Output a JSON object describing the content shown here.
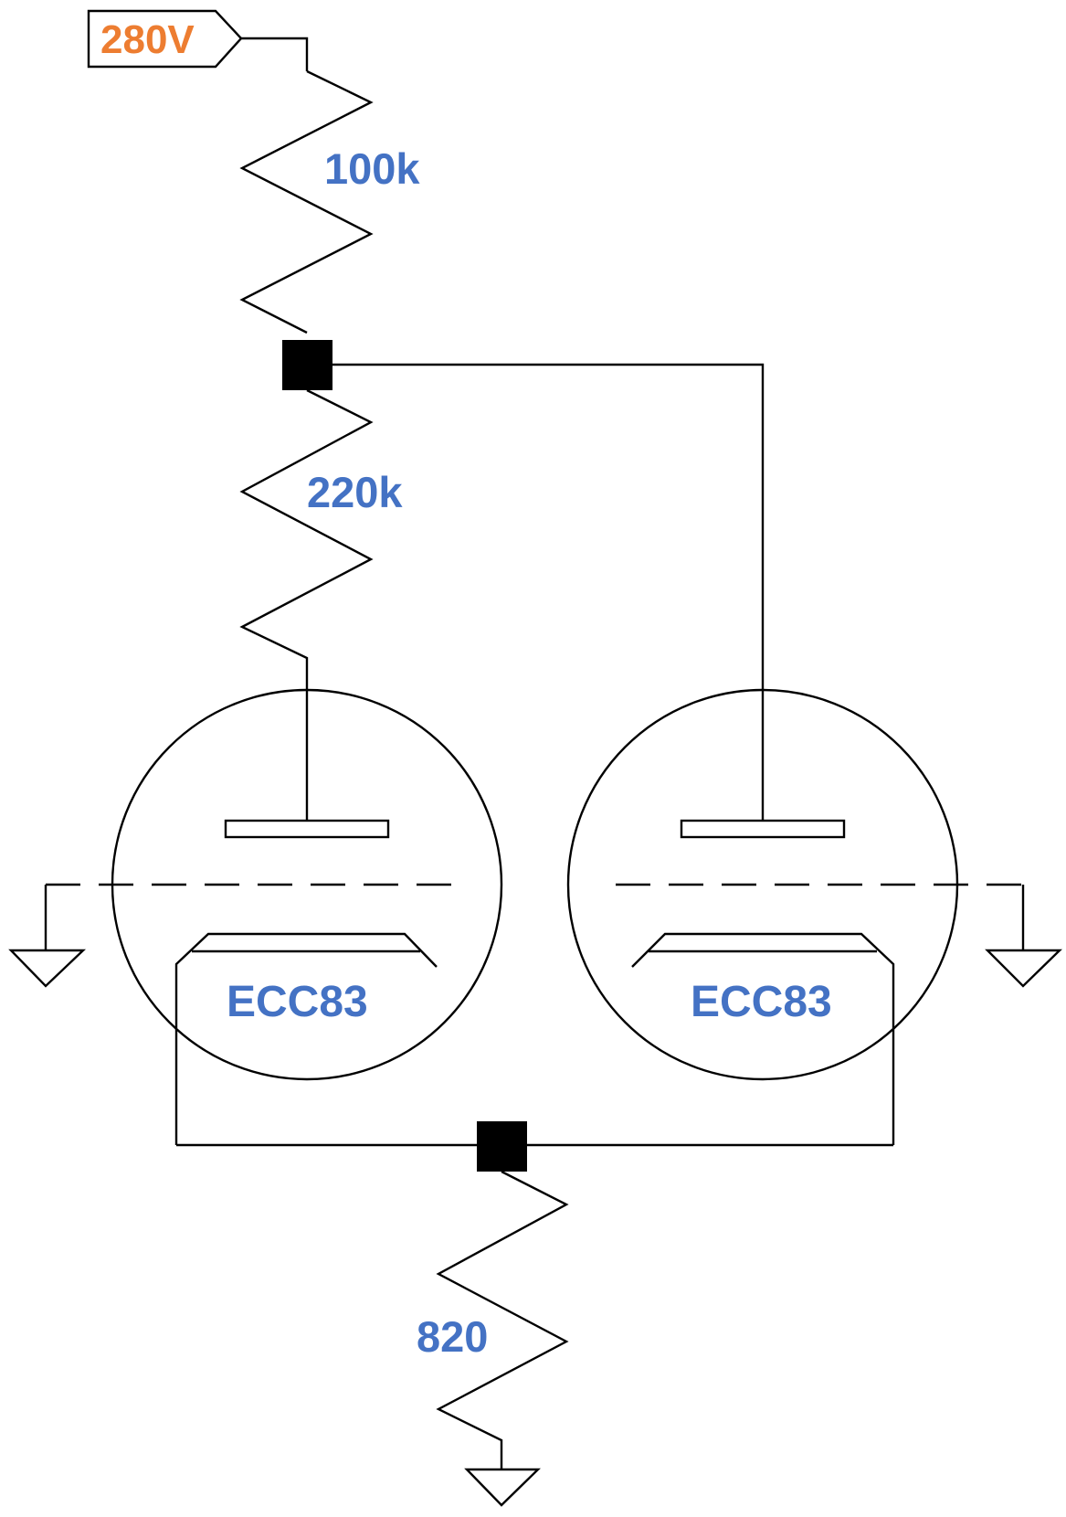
{
  "supply": {
    "label": "280V",
    "color": "#ED7D31"
  },
  "label_color": "#4472C4",
  "resistors": [
    {
      "id": "r1",
      "value": "100k"
    },
    {
      "id": "r2",
      "value": "220k"
    },
    {
      "id": "r3",
      "value": "820"
    }
  ],
  "tubes": [
    {
      "id": "v1",
      "type": "ECC83"
    },
    {
      "id": "v2",
      "type": "ECC83"
    }
  ]
}
